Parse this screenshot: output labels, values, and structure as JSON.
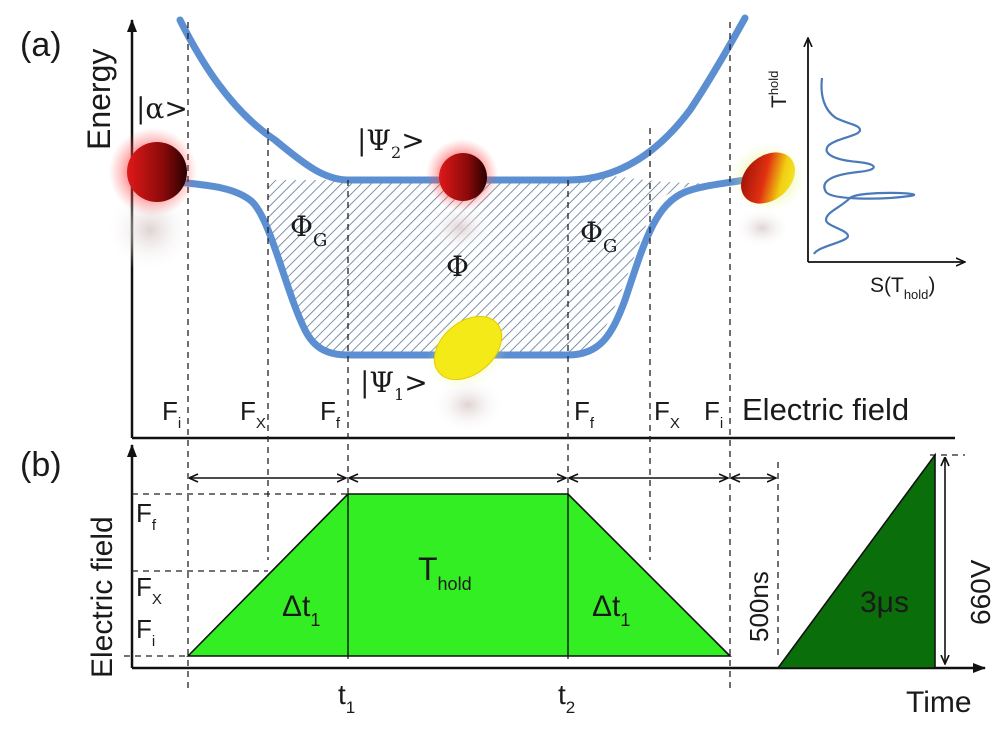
{
  "panel_a": {
    "label": "(a)",
    "y_axis_label": "Energy",
    "x_axis_label": "Electric field",
    "state_alpha": "|α>",
    "psi2": {
      "main": "|Ψ",
      "sub": "2",
      "close": ">"
    },
    "psi1": {
      "main": "|Ψ",
      "sub": "1",
      "close": ">"
    },
    "phase_g_left": {
      "main": "Φ",
      "sub": "G"
    },
    "phase_g_right": {
      "main": "Φ",
      "sub": "G"
    },
    "phase_center": "Φ",
    "field_ticks": [
      {
        "main": "F",
        "sub": "i"
      },
      {
        "main": "F",
        "sub": "X"
      },
      {
        "main": "F",
        "sub": "f"
      },
      {
        "main": "F",
        "sub": "f"
      },
      {
        "main": "F",
        "sub": "X"
      },
      {
        "main": "F",
        "sub": "i"
      }
    ],
    "inset": {
      "y_label": {
        "main": "T",
        "sub": "hold"
      },
      "x_label": {
        "main": "S(T",
        "sub": "hold",
        "close": ")"
      }
    }
  },
  "panel_b": {
    "label": "(b)",
    "y_axis_label": "Electric field",
    "x_axis_label": "Time",
    "y_ticks": [
      {
        "main": "F",
        "sub": "f"
      },
      {
        "main": "F",
        "sub": "X"
      },
      {
        "main": "F",
        "sub": "i"
      }
    ],
    "ramp_left": {
      "main": "Δt",
      "sub": "1"
    },
    "hold": {
      "main": "T",
      "sub": "hold"
    },
    "ramp_right": {
      "main": "Δt",
      "sub": "1"
    },
    "delay": "500ns",
    "ramp_duration": "3μs",
    "voltage": "660V",
    "time_ticks": [
      {
        "main": "t",
        "sub": "1"
      },
      {
        "main": "t",
        "sub": "2"
      }
    ]
  },
  "colors": {
    "curve": "#5b8fd1",
    "hatch": "#3f5f86",
    "pulse_fill": "#33ee22",
    "ramp_fill": "#0a6e0a",
    "red_blob": "#c81818",
    "yellow_blob": "#f2e81a"
  }
}
